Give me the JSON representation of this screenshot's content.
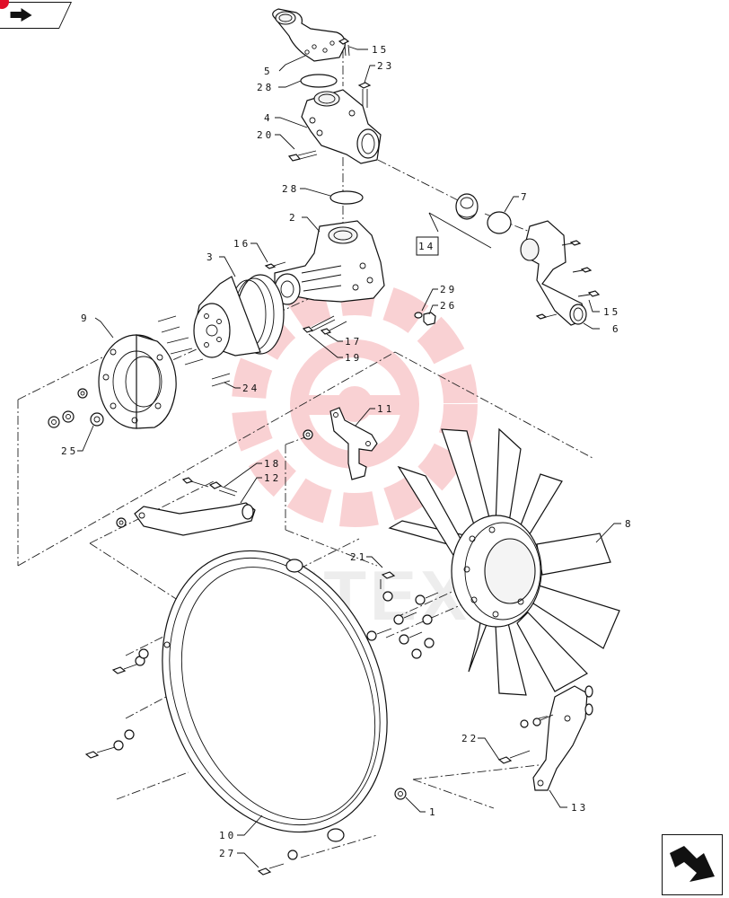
{
  "callouts": {
    "c1": "1",
    "c2": "2",
    "c3": "3",
    "c4": "4",
    "c5": "5",
    "c6": "6",
    "c7": "7",
    "c8": "8",
    "c9": "9",
    "c10": "10",
    "c11": "11",
    "c12": "12",
    "c13": "13",
    "c14": "14",
    "c15a": "15",
    "c15b": "15",
    "c16": "16",
    "c17": "17",
    "c18": "18",
    "c19": "19",
    "c20": "20",
    "c21": "21",
    "c22": "22",
    "c23": "23",
    "c24": "24",
    "c25": "25",
    "c26": "26",
    "c27": "27",
    "c28a": "28",
    "c28b": "28",
    "c29": "29"
  },
  "watermark": {
    "text": "HTEX",
    "color": "#e8323c"
  },
  "icons": {
    "prev": "arrow-prev-icon",
    "next": "arrow-next-icon"
  }
}
